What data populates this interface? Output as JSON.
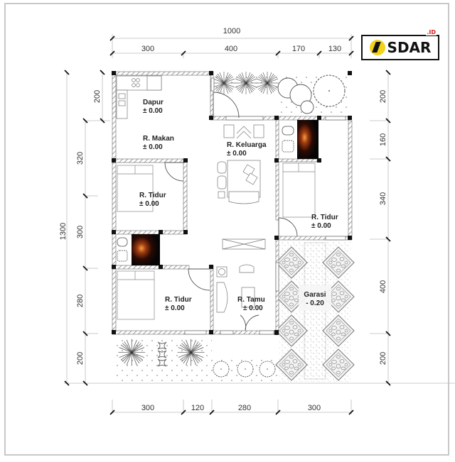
{
  "logo": {
    "mark": "sdar-logo-mark",
    "text": "SDAR",
    "tld": ".ID"
  },
  "dimensions": {
    "top_total": "1000",
    "top_segments": [
      "300",
      "400",
      "170",
      "130"
    ],
    "bottom_segments": [
      "300",
      "120",
      "280",
      "300"
    ],
    "left_total": "1300",
    "left_segments": [
      "200",
      "320",
      "300",
      "280",
      "200"
    ],
    "right_segments": [
      "200",
      "160",
      "340",
      "400",
      "200"
    ]
  },
  "rooms": [
    {
      "name": "Dapur",
      "level": "± 0.00"
    },
    {
      "name": "R. Makan",
      "level": "± 0.00"
    },
    {
      "name": "R. Keluarga",
      "level": "± 0.00"
    },
    {
      "name": "R. Tidur",
      "level": "± 0.00"
    },
    {
      "name": "R. Tidur",
      "level": "± 0.00"
    },
    {
      "name": "R. Tidur",
      "level": "± 0.00"
    },
    {
      "name": "R. Tamu",
      "level": "± 0.00"
    },
    {
      "name": "Garasi",
      "level": "- 0.20"
    }
  ],
  "colors": {
    "wall_hatch": "#9a9a9a",
    "line": "#555555",
    "dim_line": "#bbbbbb",
    "logo_yellow": "#f2d21b",
    "logo_red": "#d02020"
  }
}
